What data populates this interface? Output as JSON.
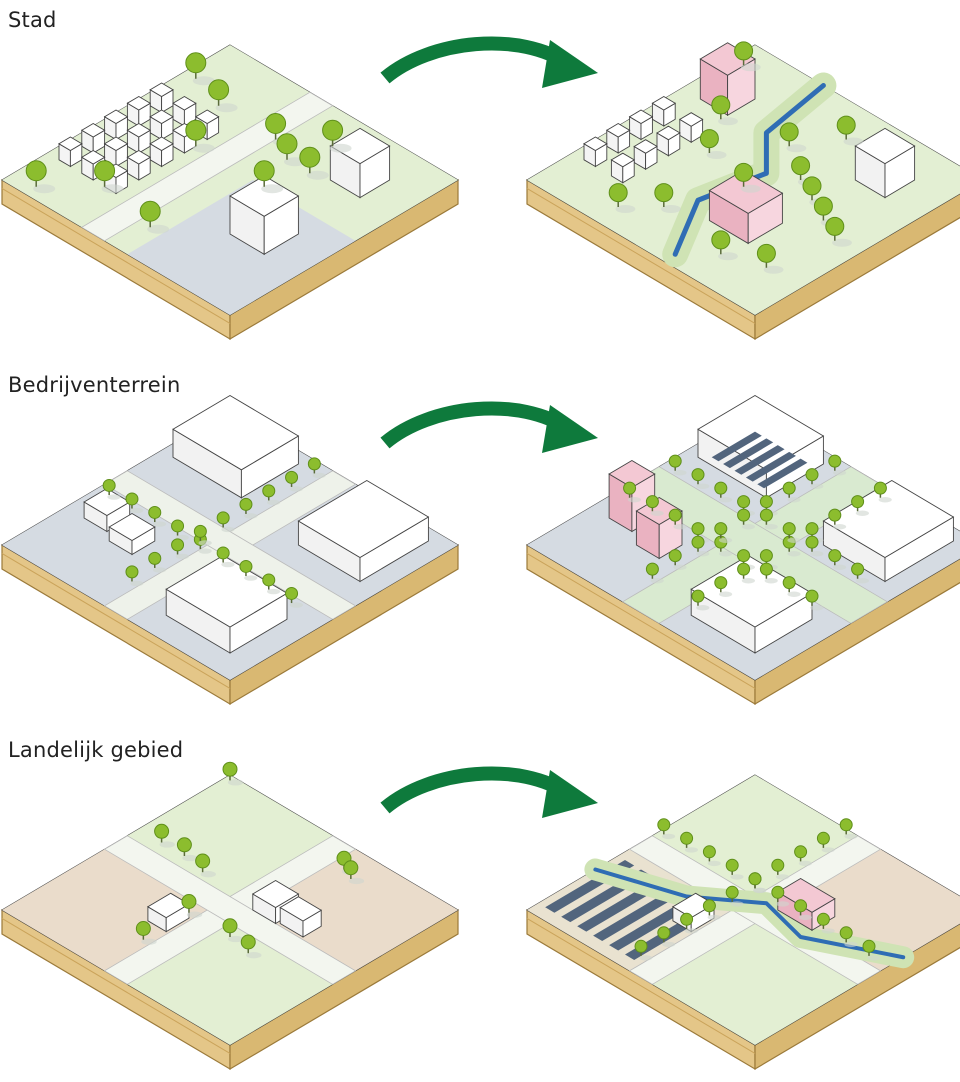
{
  "rows": [
    {
      "title": "Stad"
    },
    {
      "title": "Bedrijventerrein"
    },
    {
      "title": "Landelijk gebied"
    }
  ],
  "colors": {
    "arrow": "#0e7a3c",
    "tree": "#8cbd2e",
    "tree_dark": "#5f8f1a",
    "green_ground": "#e3efd3",
    "paved": "#d5dbe2",
    "soil": "#e4c688",
    "soil_edge": "#9b7a3a",
    "farm": "#eadccb",
    "water": "#2f6db4",
    "building_new": "#f3c8d3",
    "solar": "#52657d"
  }
}
